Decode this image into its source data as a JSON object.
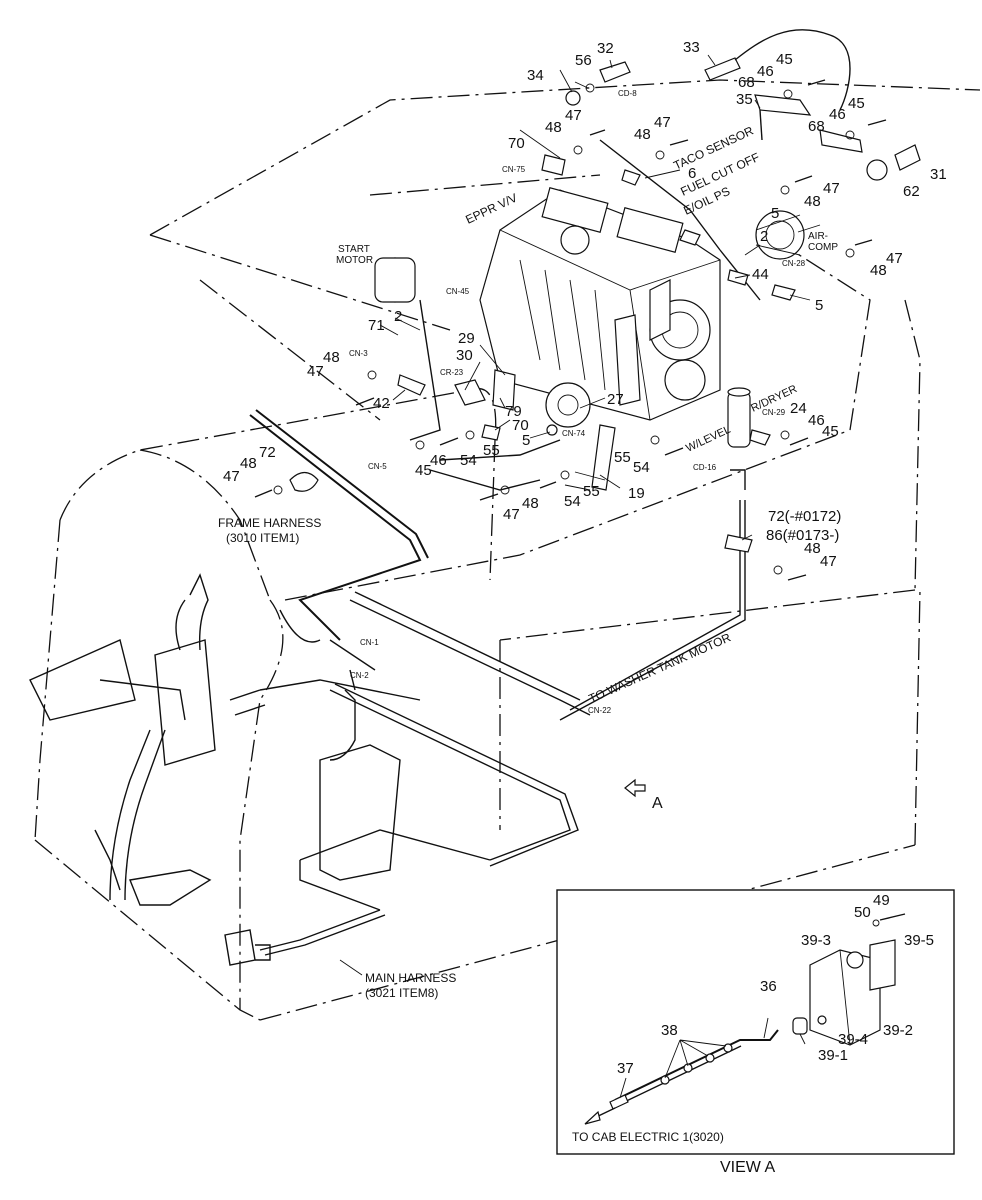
{
  "part_numbers": {
    "p32": "32",
    "p56": "56",
    "p34": "34",
    "p33": "33",
    "p45a": "45",
    "p68a": "68",
    "p46a": "46",
    "p35": "35",
    "p45b": "45",
    "p46b": "46",
    "p68b": "68",
    "p31": "31",
    "p62": "62",
    "p48a": "48",
    "p47a": "47",
    "p47b": "47",
    "p48b": "48",
    "p70a": "70",
    "p6": "6",
    "p47c": "47",
    "p48c": "48",
    "p5a": "5",
    "p2a": "2",
    "p44": "44",
    "p48d": "48",
    "p47d": "47",
    "p5b": "5",
    "p71": "71",
    "p2b": "2",
    "p48e": "48",
    "p47e": "47",
    "p42": "42",
    "p29": "29",
    "p30": "30",
    "p79": "79",
    "p70b": "70",
    "p27": "27",
    "p5c": "5",
    "p55a": "55",
    "p46c": "46",
    "p54a": "54",
    "p45c": "45",
    "p24": "24",
    "p46d": "46",
    "p45d": "45",
    "p55b": "55",
    "p54b": "54",
    "p72a": "72",
    "p48f": "48",
    "p47f": "47",
    "p48g": "48",
    "p47g": "47",
    "p54c": "54",
    "p55c": "55",
    "p19": "19",
    "p72b": "72(-#0172)",
    "p86": "86(#0173-)",
    "p48h": "48",
    "p47h": "47",
    "p49": "49",
    "p50": "50",
    "p39_3": "39-3",
    "p39_5": "39-5",
    "p36": "36",
    "p38": "38",
    "p39_4": "39-4",
    "p39_2": "39-2",
    "p39_1": "39-1",
    "p37": "37"
  },
  "connectors": {
    "cd8": "CD-8",
    "cn75": "CN-75",
    "cn45": "CN-45",
    "cn3": "CN-3",
    "cr23": "CR-23",
    "cn28": "CN-28",
    "cn74": "CN-74",
    "cn29": "CN-29",
    "cn5": "CN-5",
    "cd16": "CD-16",
    "cn1": "CN-1",
    "cn2": "CN-2",
    "cn22": "CN-22"
  },
  "labels": {
    "taco_sensor": "TACO SENSOR",
    "fuel_cut_off": "FUEL CUT OFF",
    "eoil_ps": "E/OIL PS",
    "eppr_vv": "EPPR V/V",
    "start_motor_1": "START",
    "start_motor_2": "MOTOR",
    "air_comp_1": "AIR-",
    "air_comp_2": "COMP",
    "rdryer": "R/DRYER",
    "wlevel": "W/LEVEL",
    "frame_harness_1": "FRAME HARNESS",
    "frame_harness_2": "(3010 ITEM1)",
    "washer": "TO WASHER TANK MOTOR",
    "view_marker": "A",
    "main_harness_1": "MAIN HARNESS",
    "main_harness_2": "(3021 ITEM8)",
    "to_cab": "TO CAB ELECTRIC 1(3020)",
    "view_a": "VIEW  A"
  }
}
